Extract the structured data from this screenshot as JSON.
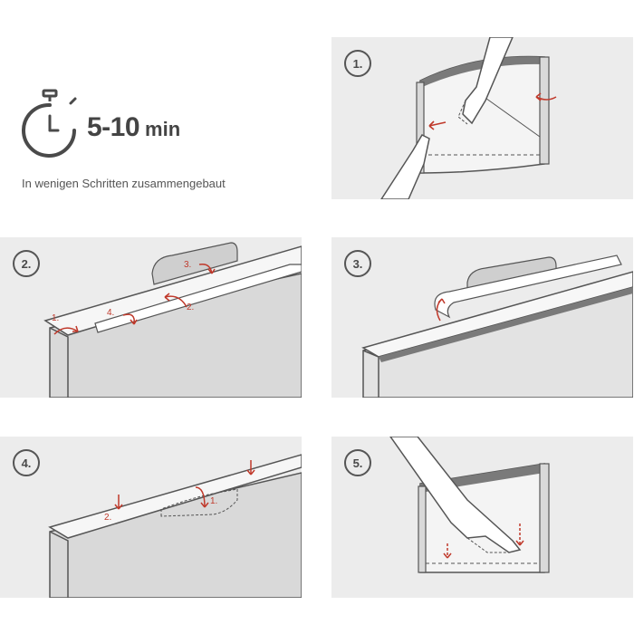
{
  "intro": {
    "time_value": "5-10",
    "time_unit": "min",
    "subtitle": "In wenigen Schritten zusammengebaut",
    "icon": "stopwatch-icon"
  },
  "steps": [
    {
      "badge": "1.",
      "labels": []
    },
    {
      "badge": "2.",
      "labels": [
        "1.",
        "2.",
        "3.",
        "4."
      ]
    },
    {
      "badge": "3.",
      "labels": []
    },
    {
      "badge": "4.",
      "labels": [
        "1.",
        "2."
      ]
    },
    {
      "badge": "5.",
      "labels": []
    }
  ],
  "colors": {
    "panel_bg": "#ececec",
    "frame_fill": "#d9d9d9",
    "frame_dark": "#7a7a7a",
    "outline": "#555555",
    "arrow_red": "#c0392b"
  }
}
